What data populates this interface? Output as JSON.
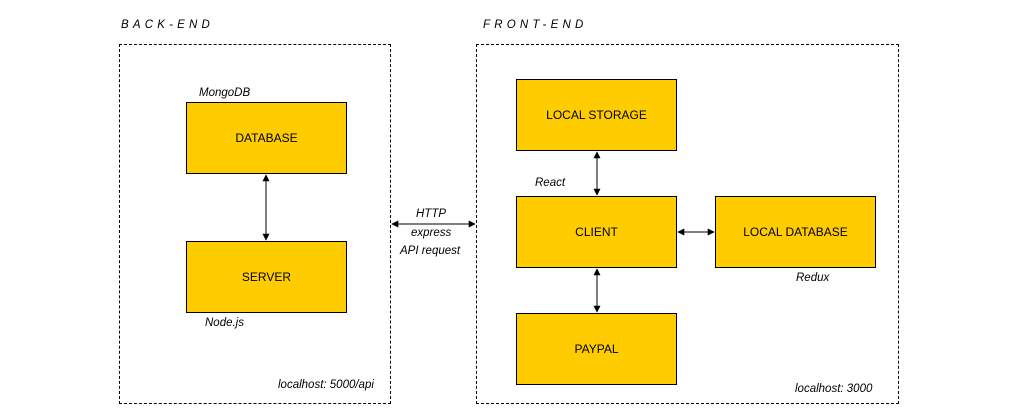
{
  "backend": {
    "title": "BACK-END",
    "host": "localhost: 5000/api",
    "database": {
      "label": "DATABASE",
      "tech": "MongoDB"
    },
    "server": {
      "label": "SERVER",
      "tech": "Node.js"
    }
  },
  "frontend": {
    "title": "FRONT-END",
    "host": "localhost: 3000",
    "local_storage": {
      "label": "LOCAL STORAGE"
    },
    "client": {
      "label": "CLIENT",
      "tech": "React"
    },
    "local_database": {
      "label": "LOCAL DATABASE",
      "tech": "Redux"
    },
    "paypal": {
      "label": "PAYPAL"
    }
  },
  "link": {
    "line1": "HTTP",
    "line2": "express",
    "line3": "API request"
  },
  "colors": {
    "box_fill": "#ffcc00",
    "stroke": "#000000"
  }
}
